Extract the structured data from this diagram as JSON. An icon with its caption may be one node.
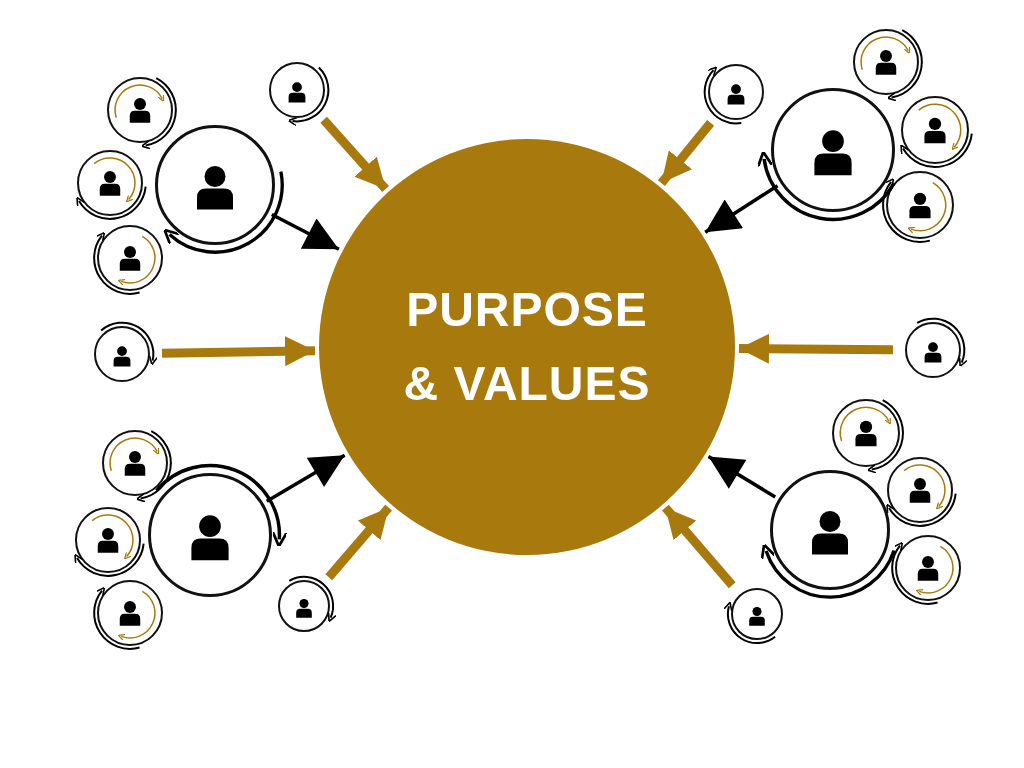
{
  "diagram": {
    "nodes": [
      {
        "text": [
          "PURPOSE & VALUES"
        ]
      },
      {
        "text": [],
        "shape": "person"
      },
      {
        "text": [],
        "shape": "person"
      },
      {
        "text": [],
        "shape": "person"
      },
      {
        "text": [],
        "shape": "person"
      },
      {
        "text": [],
        "shape": "person"
      },
      {
        "text": [],
        "shape": "person"
      },
      {
        "text": [],
        "shape": "person"
      },
      {
        "text": [],
        "shape": "person"
      },
      {
        "text": [],
        "shape": "person"
      },
      {
        "text": [],
        "shape": "person"
      }
    ],
    "edges": [
      {
        "from": 1,
        "to": 0,
        "arrow": "to",
        "color": "#000000"
      },
      {
        "from": 2,
        "to": 0,
        "arrow": "to"
      },
      {
        "from": 3,
        "to": 0,
        "arrow": "to"
      },
      {
        "from": 4,
        "to": 0,
        "arrow": "to",
        "color": "#000000"
      },
      {
        "from": 5,
        "to": 0,
        "arrow": "to"
      },
      {
        "from": 6,
        "to": 0,
        "arrow": "to"
      },
      {
        "from": 7,
        "to": 0,
        "arrow": "to",
        "color": "#000000"
      },
      {
        "from": 8,
        "to": 0,
        "arrow": "to"
      },
      {
        "from": 9,
        "to": 0,
        "arrow": "to"
      },
      {
        "from": 10,
        "to": 0,
        "arrow": "to",
        "color": "#000000"
      }
    ]
  }
}
